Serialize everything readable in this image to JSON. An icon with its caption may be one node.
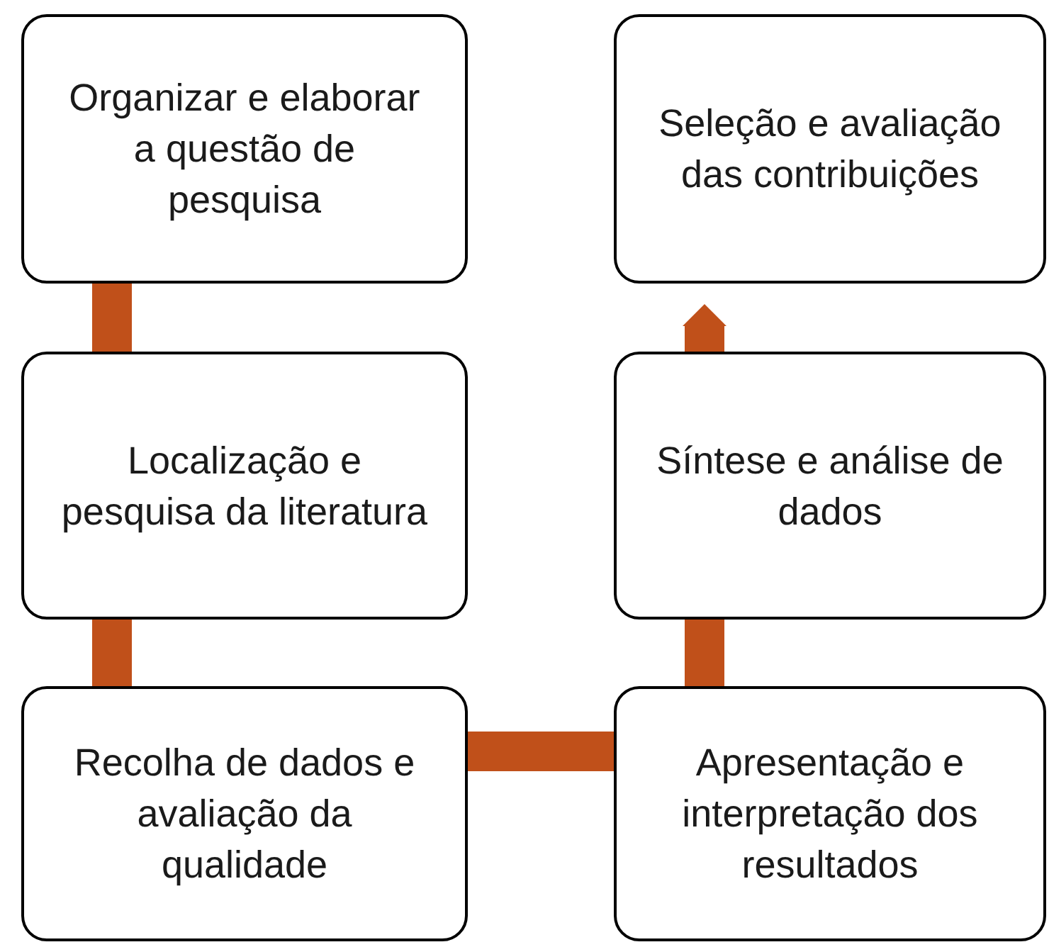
{
  "diagram": {
    "nodes": [
      {
        "text": [
          "Organizar e elaborar a questão de pesquisa"
        ]
      },
      {
        "text": [
          "Localização e pesquisa da literatura"
        ]
      },
      {
        "text": [
          "Recolha de dados e avaliação da qualidade"
        ]
      },
      {
        "text": [
          "Apresentação e interpretação dos resultados"
        ]
      },
      {
        "text": [
          "Síntese e análise de dados"
        ]
      },
      {
        "text": [
          "Seleção e avaliação das contribuições"
        ]
      }
    ],
    "edges": [
      {
        "from": 0,
        "to": 1,
        "arrow": "none"
      },
      {
        "from": 1,
        "to": 2,
        "arrow": "none"
      },
      {
        "from": 2,
        "to": 3,
        "arrow": "none"
      },
      {
        "from": 3,
        "to": 4,
        "arrow": "none"
      },
      {
        "from": 4,
        "to": 5,
        "arrow": "to"
      }
    ]
  }
}
